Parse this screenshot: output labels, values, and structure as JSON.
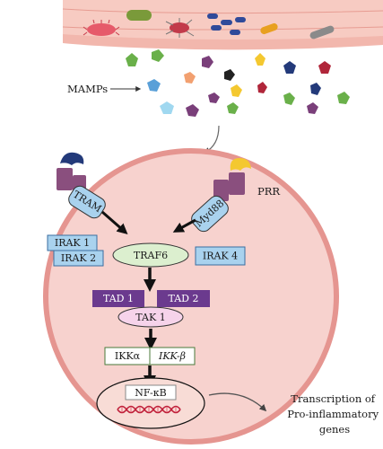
{
  "labels": {
    "mamps": "MAMPs",
    "prr": "PRR",
    "tram": "TRAM",
    "myd88": "Myd88",
    "irak1": "IRAK 1",
    "irak2": "IRAK 2",
    "irak4": "IRAK 4",
    "traf6": "TRAF6",
    "tad1": "TAD 1",
    "tad2": "TAD 2",
    "tak1": "TAK 1",
    "ikka": "IKKα",
    "ikkb": "IKK-β",
    "nfkb": "NF-κB",
    "transcription": [
      "Transcription of",
      "Pro-inflammatory",
      "genes"
    ]
  },
  "colors": {
    "cell_fill": "#f7d2ce",
    "cell_border": "#e59590",
    "node_blue": "#a9d2ee",
    "node_green": "#dcefcf",
    "node_pink": "#f6d3ea",
    "tad_purple": "#6b3a8e",
    "receptor": "#8a4f7e",
    "vessel": "#f2b7ad"
  },
  "icons": [
    "bacterium-icon",
    "mamp-molecule-icon",
    "receptor-icon",
    "dna-helix-icon",
    "arrow-icon"
  ]
}
